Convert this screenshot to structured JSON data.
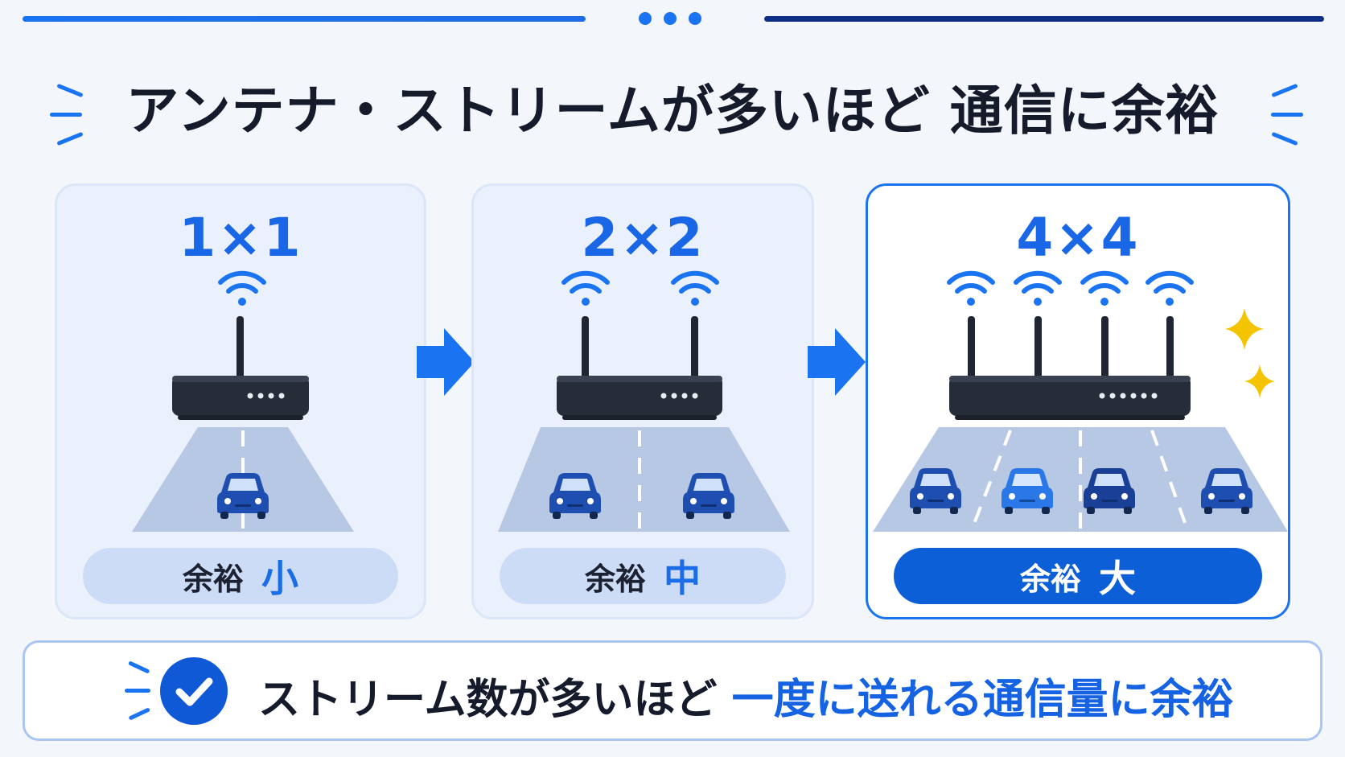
{
  "colors": {
    "accent": "#1a73f0",
    "dark_navy": "#0f2f86",
    "text": "#151b2b",
    "highlight_pill": "#0d5fd8",
    "car_blue": "#1e4fb0",
    "sparkle_gold": "#f5c400"
  },
  "title": "アンテナ・ストリームが多いほど 通信に余裕",
  "cards": [
    {
      "label": "1×1",
      "antennas": 1,
      "lanes": 1,
      "cars": 1,
      "pill_label": "余裕",
      "pill_value": "小",
      "highlight": false
    },
    {
      "label": "2×2",
      "antennas": 2,
      "lanes": 2,
      "cars": 2,
      "pill_label": "余裕",
      "pill_value": "中",
      "highlight": false
    },
    {
      "label": "4×4",
      "antennas": 4,
      "lanes": 4,
      "cars": 4,
      "pill_label": "余裕",
      "pill_value": "大",
      "highlight": true
    }
  ],
  "icons": [
    "wifi-icon",
    "router-icon",
    "car-icon",
    "arrow-right-icon",
    "sparkle-icon",
    "check-icon"
  ],
  "summary": {
    "prefix": "ストリーム数が多いほど",
    "emphasis": "一度に送れる通信量に余裕"
  }
}
